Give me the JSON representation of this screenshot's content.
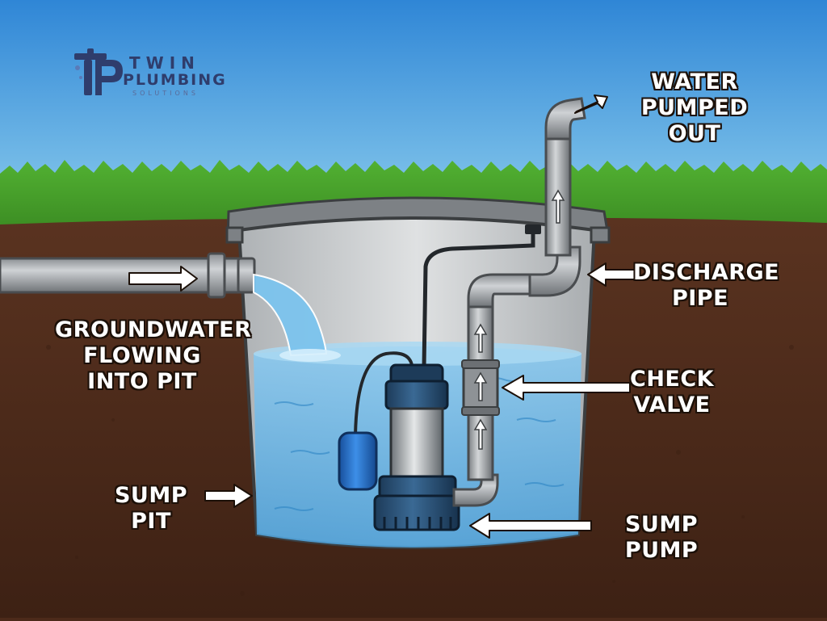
{
  "brand": {
    "name_line1": "TWIN",
    "name_line2": "PLUMBING",
    "name_line3": "SOLUTIONS",
    "logo_color": "#2f3d6c"
  },
  "labels": {
    "water_out": [
      "WATER",
      "PUMPED OUT"
    ],
    "discharge_pipe": [
      "DISCHARGE",
      "PIPE"
    ],
    "groundwater": [
      "GROUNDWATER",
      "FLOWING",
      "INTO PIT"
    ],
    "check_valve": [
      "CHECK",
      "VALVE"
    ],
    "sump_pit": [
      "SUMP PIT"
    ],
    "sump_pump": [
      "SUMP PUMP"
    ]
  },
  "colors": {
    "sky": "#3f9ade",
    "grass": "#4caa2e",
    "soil": "#4c2a1a",
    "water": "#67b4e4",
    "pit": "#cfd2d4",
    "pump_body": "#2a4f74",
    "float_switch": "#1f6fce",
    "pipe": "#a6a9ad"
  },
  "icons": {
    "arrow": "white-arrow-icon",
    "logo": "faucet-logo-icon"
  }
}
